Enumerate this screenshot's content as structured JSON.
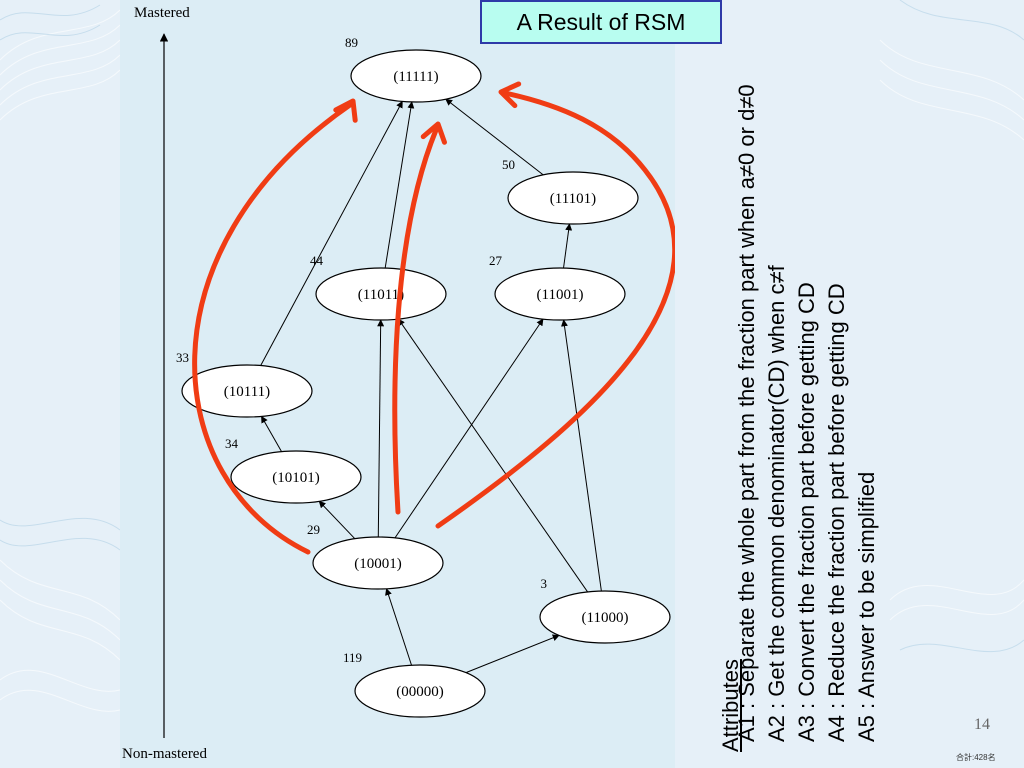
{
  "title": "A Result of RSM",
  "axis": {
    "top_label": "Mastered",
    "bottom_label": "Non-mastered"
  },
  "nodes": [
    {
      "id": "11111",
      "label": "(11111)",
      "count": "89"
    },
    {
      "id": "11101",
      "label": "(11101)",
      "count": "50"
    },
    {
      "id": "11011",
      "label": "(11011)",
      "count": "44"
    },
    {
      "id": "11001",
      "label": "(11001)",
      "count": "27"
    },
    {
      "id": "10111",
      "label": "(10111)",
      "count": "33"
    },
    {
      "id": "10101",
      "label": "(10101)",
      "count": "34"
    },
    {
      "id": "10001",
      "label": "(10001)",
      "count": "29"
    },
    {
      "id": "11000",
      "label": "(11000)",
      "count": "3"
    },
    {
      "id": "00000",
      "label": "(00000)",
      "count": "119"
    }
  ],
  "edges": [
    {
      "from": "00000",
      "to": "10001"
    },
    {
      "from": "00000",
      "to": "11000"
    },
    {
      "from": "10001",
      "to": "10101"
    },
    {
      "from": "10001",
      "to": "11011"
    },
    {
      "from": "10001",
      "to": "11001"
    },
    {
      "from": "11000",
      "to": "11001"
    },
    {
      "from": "11000",
      "to": "11011"
    },
    {
      "from": "10101",
      "to": "10111"
    },
    {
      "from": "11001",
      "to": "11101"
    },
    {
      "from": "10111",
      "to": "11111"
    },
    {
      "from": "11011",
      "to": "11111"
    },
    {
      "from": "11101",
      "to": "11111"
    }
  ],
  "highlight_arrows": [
    {
      "from": "10001",
      "to": "11111",
      "route": "left"
    },
    {
      "from": "10001",
      "to": "11111",
      "route": "center"
    },
    {
      "from": "10001",
      "to": "11111",
      "route": "right"
    }
  ],
  "colors": {
    "highlight": "#f03c14",
    "panel": "#dcedf5",
    "title_bg": "#b8fdf0",
    "title_border": "#2e3aa8"
  },
  "attributes": {
    "heading": "Attributes",
    "items": [
      "A1 : Separate the whole part from the fraction part when a≠0 or d≠0",
      "A2 : Get the common denominator(CD) when c≠f",
      "A3 : Convert the fraction part before getting CD",
      "A4 : Reduce the fraction part before getting CD",
      "A5 : Answer to be simplified"
    ]
  },
  "page_number": "14",
  "footer_note": "合計:428名"
}
